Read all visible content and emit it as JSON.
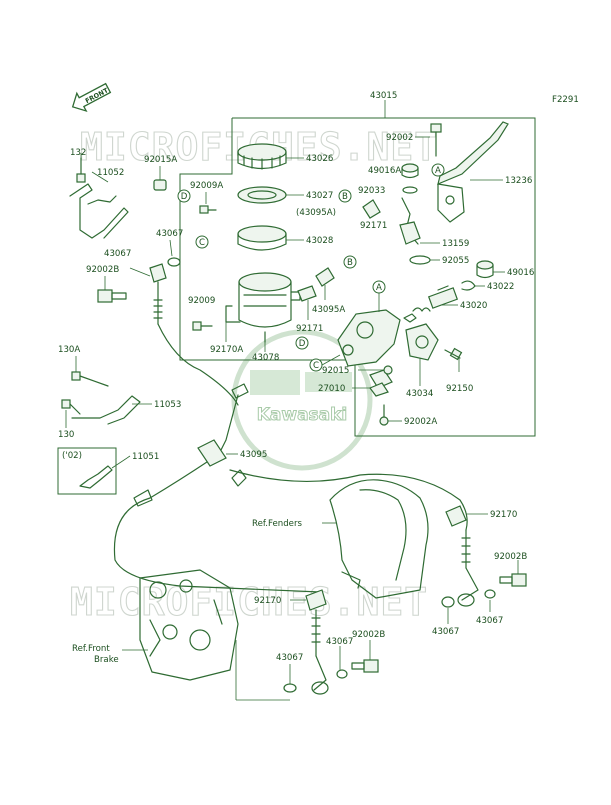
{
  "figure_code": "F2291",
  "brand_logo": "Kawasaki",
  "watermark": "MICROFICHES.NET",
  "front_marker": "FRONT",
  "note_02": "('02)",
  "labels": [
    {
      "id": "l43015",
      "text": "43015"
    },
    {
      "id": "l92002",
      "text": "92002"
    },
    {
      "id": "l43026",
      "text": "43026"
    },
    {
      "id": "l49016a",
      "text": "49016A"
    },
    {
      "id": "l13236",
      "text": "13236"
    },
    {
      "id": "l92033",
      "text": "92033"
    },
    {
      "id": "l43027",
      "text": "43027"
    },
    {
      "id": "l43095a_p",
      "text": "(43095A)"
    },
    {
      "id": "l92171a",
      "text": "92171"
    },
    {
      "id": "l43028",
      "text": "43028"
    },
    {
      "id": "l13159",
      "text": "13159"
    },
    {
      "id": "l92055",
      "text": "92055"
    },
    {
      "id": "l49016",
      "text": "49016"
    },
    {
      "id": "l43022",
      "text": "43022"
    },
    {
      "id": "l43020",
      "text": "43020"
    },
    {
      "id": "l43095a",
      "text": "43095A"
    },
    {
      "id": "l92009",
      "text": "92009"
    },
    {
      "id": "l92171b",
      "text": "92171"
    },
    {
      "id": "l92170a_top",
      "text": "92170A"
    },
    {
      "id": "l43078",
      "text": "43078"
    },
    {
      "id": "l92015",
      "text": "92015"
    },
    {
      "id": "l27010",
      "text": "27010"
    },
    {
      "id": "l43034",
      "text": "43034"
    },
    {
      "id": "l92150",
      "text": "92150"
    },
    {
      "id": "l92002a",
      "text": "92002A"
    },
    {
      "id": "l132",
      "text": "132"
    },
    {
      "id": "l92015a",
      "text": "92015A"
    },
    {
      "id": "l11052",
      "text": "11052"
    },
    {
      "id": "l92009a",
      "text": "92009A"
    },
    {
      "id": "l43067a",
      "text": "43067"
    },
    {
      "id": "l43067b",
      "text": "43067"
    },
    {
      "id": "l92002b_a",
      "text": "92002B"
    },
    {
      "id": "l130a",
      "text": "130A"
    },
    {
      "id": "l11053",
      "text": "11053"
    },
    {
      "id": "l130",
      "text": "130"
    },
    {
      "id": "l11051",
      "text": "11051"
    },
    {
      "id": "l43095",
      "text": "43095"
    },
    {
      "id": "l92170a",
      "text": "92170"
    },
    {
      "id": "l92002b_b",
      "text": "92002B"
    },
    {
      "id": "l92170b",
      "text": "92170"
    },
    {
      "id": "l43067c",
      "text": "43067"
    },
    {
      "id": "l43067d",
      "text": "43067"
    },
    {
      "id": "l43067e",
      "text": "43067"
    },
    {
      "id": "l43067f",
      "text": "43067"
    },
    {
      "id": "l92002b_c",
      "text": "92002B"
    },
    {
      "id": "lref_fenders",
      "text": "Ref.Fenders"
    },
    {
      "id": "lref_front",
      "text": "Ref.Front"
    },
    {
      "id": "lref_brake",
      "text": "Brake"
    }
  ],
  "callouts": [
    {
      "id": "cA1",
      "text": "A"
    },
    {
      "id": "cA2",
      "text": "A"
    },
    {
      "id": "cB1",
      "text": "B"
    },
    {
      "id": "cB2",
      "text": "B"
    },
    {
      "id": "cC1",
      "text": "C"
    },
    {
      "id": "cC2",
      "text": "C"
    },
    {
      "id": "cD1",
      "text": "D"
    },
    {
      "id": "cD2",
      "text": "D"
    }
  ],
  "colors": {
    "line": "#2f6b33",
    "text": "#1c4f1f",
    "watermark": "#cfd6cf",
    "logo_fill": "#ffffff",
    "background": "#ffffff"
  }
}
